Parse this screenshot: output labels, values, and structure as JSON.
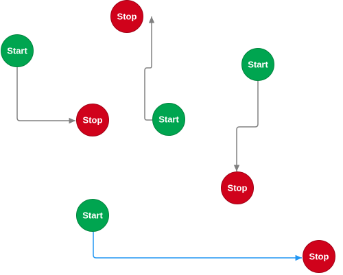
{
  "colors": {
    "start_fill": "#00a550",
    "start_stroke": "#00843d",
    "stop_fill": "#d0021b",
    "stop_stroke": "#a00015",
    "connector_default": "#808080",
    "connector_selected": "#2196f3"
  },
  "nodes": [
    {
      "id": "start-1",
      "kind": "start",
      "label": "Start"
    },
    {
      "id": "stop-1",
      "kind": "stop",
      "label": "Stop"
    },
    {
      "id": "stop-2",
      "kind": "stop",
      "label": "Stop"
    },
    {
      "id": "start-2",
      "kind": "start",
      "label": "Start"
    },
    {
      "id": "start-3",
      "kind": "start",
      "label": "Start"
    },
    {
      "id": "stop-3",
      "kind": "stop",
      "label": "Stop"
    },
    {
      "id": "start-4",
      "kind": "start",
      "label": "Start"
    },
    {
      "id": "stop-4",
      "kind": "stop",
      "label": "Stop"
    }
  ],
  "connectors": [
    {
      "id": "edge-1",
      "from": "start-1",
      "to": "stop-1",
      "selected": false
    },
    {
      "id": "edge-2",
      "from": "start-2",
      "to": "stop-2",
      "selected": false
    },
    {
      "id": "edge-3",
      "from": "start-3",
      "to": "stop-3",
      "selected": false
    },
    {
      "id": "edge-4",
      "from": "start-4",
      "to": "stop-4",
      "selected": true
    }
  ]
}
